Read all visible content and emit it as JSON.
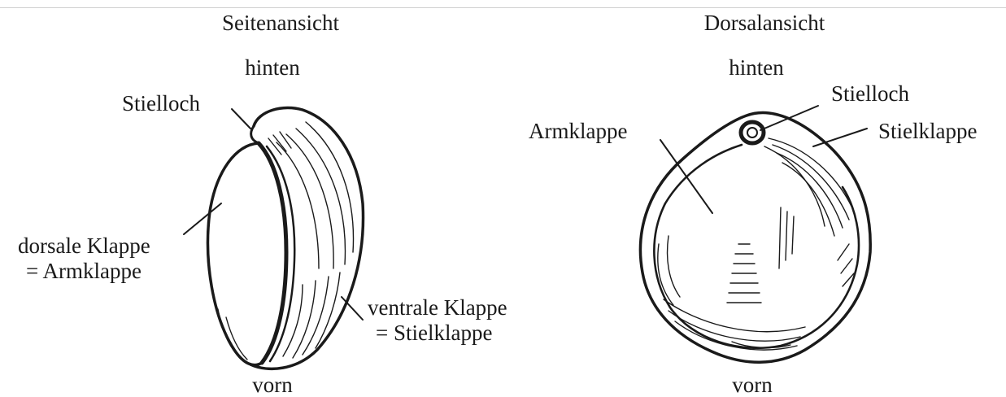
{
  "side_view": {
    "title": "Seitenansicht",
    "top": "hinten",
    "bottom": "vorn",
    "label_pedicle_foramen": "Stielloch",
    "label_dorsal_line1": "dorsale Klappe",
    "label_dorsal_line2": "= Armklappe",
    "label_ventral_line1": "ventrale Klappe",
    "label_ventral_line2": "= Stielklappe"
  },
  "dorsal_view": {
    "title": "Dorsalansicht",
    "top": "hinten",
    "bottom": "vorn",
    "label_pedicle_foramen": "Stielloch",
    "label_brachial_valve": "Armklappe",
    "label_pedicle_valve": "Stielklappe"
  },
  "colors": {
    "ink": "#1a1a1a",
    "paper": "#ffffff"
  }
}
